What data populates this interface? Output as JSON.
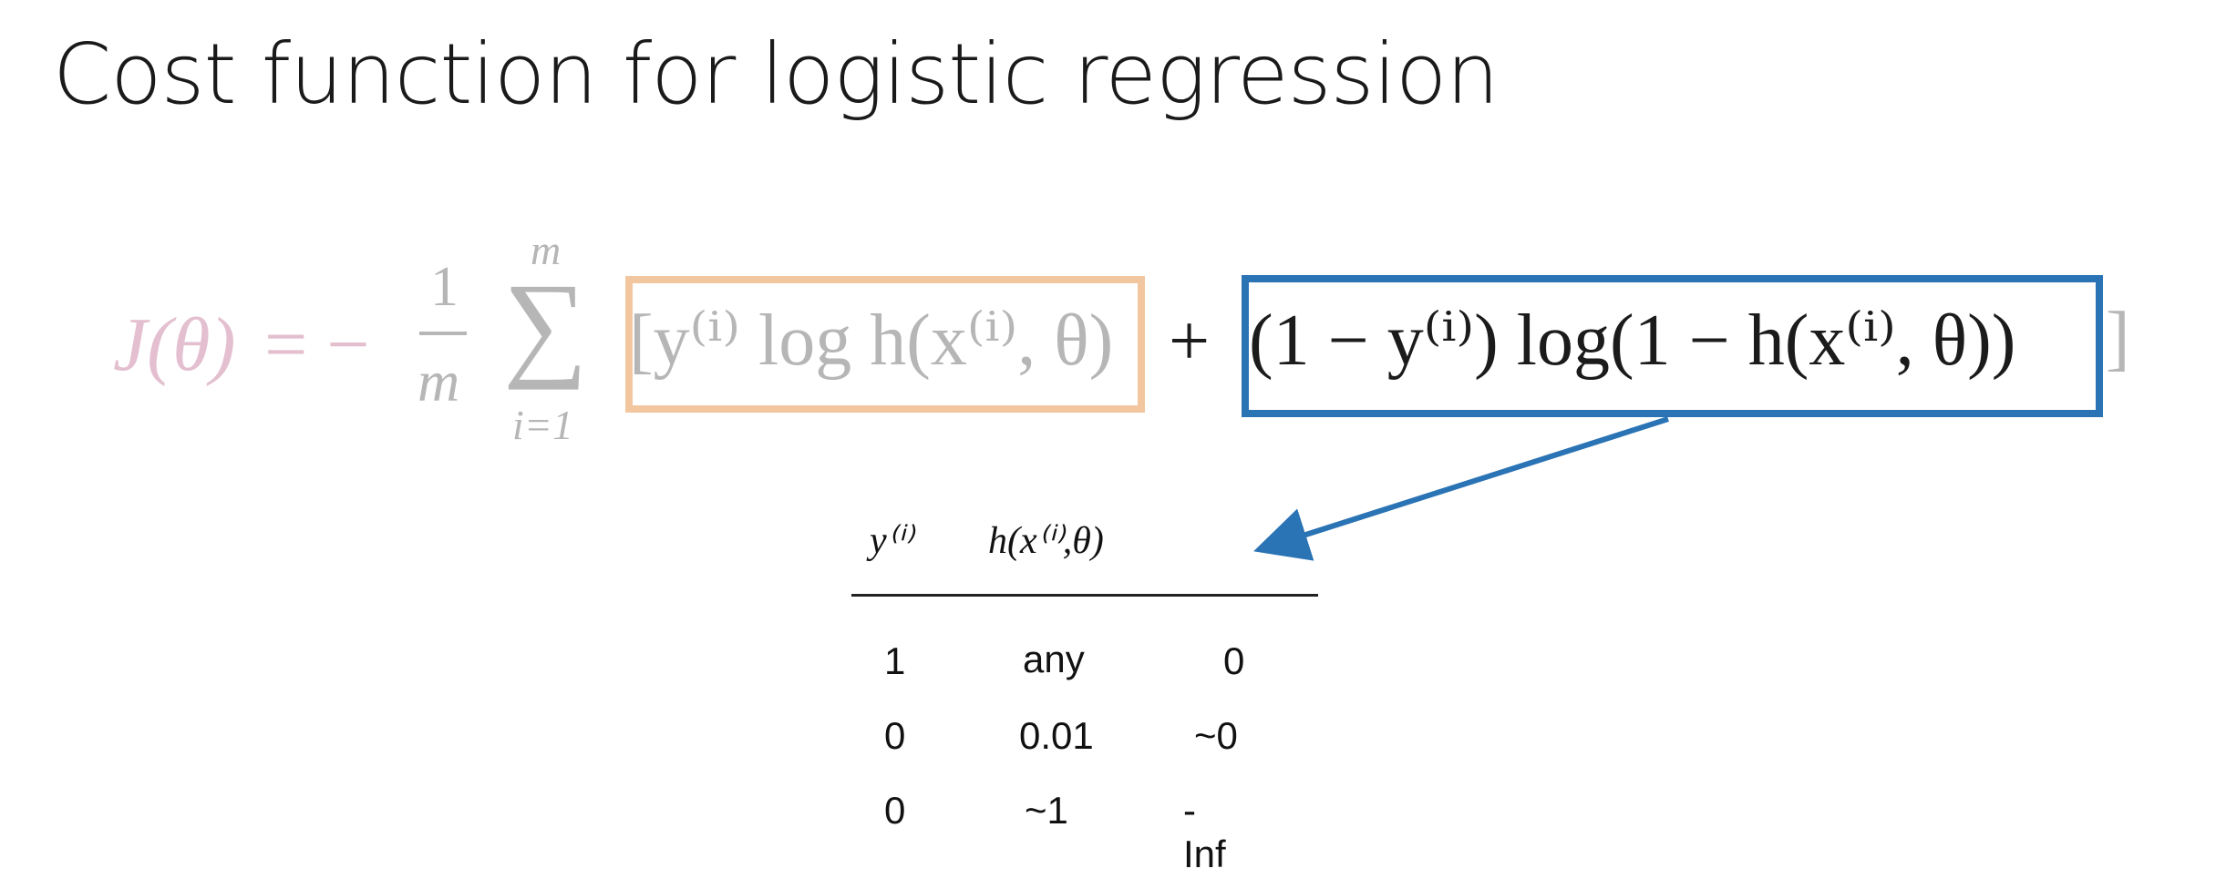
{
  "title": "Cost function for logistic regression",
  "formula": {
    "lhs": "J(θ)",
    "eq": "= −",
    "frac_num": "1",
    "frac_den": "m",
    "sum_top": "m",
    "sum_sym": "∑",
    "sum_bottom": "i=1",
    "term1": "[y⁽ⁱ⁾ log h(x⁽ⁱ⁾, θ)",
    "plus": "+",
    "term2": "(1 − y⁽ⁱ⁾) log(1 − h(x⁽ⁱ⁾, θ))",
    "close": "]"
  },
  "table": {
    "headers": [
      "y⁽ⁱ⁾",
      "h(x⁽ⁱ⁾,θ)"
    ],
    "rows": [
      [
        "1",
        "any",
        "0"
      ],
      [
        "0",
        "0.01",
        "~0"
      ],
      [
        "0",
        "~1",
        "-Inf"
      ]
    ]
  },
  "colors": {
    "orange_box": "#f2c7a0",
    "blue_box": "#2a73b4",
    "faded_text": "#b6b6b6",
    "pink_text": "#e3bfcf"
  }
}
